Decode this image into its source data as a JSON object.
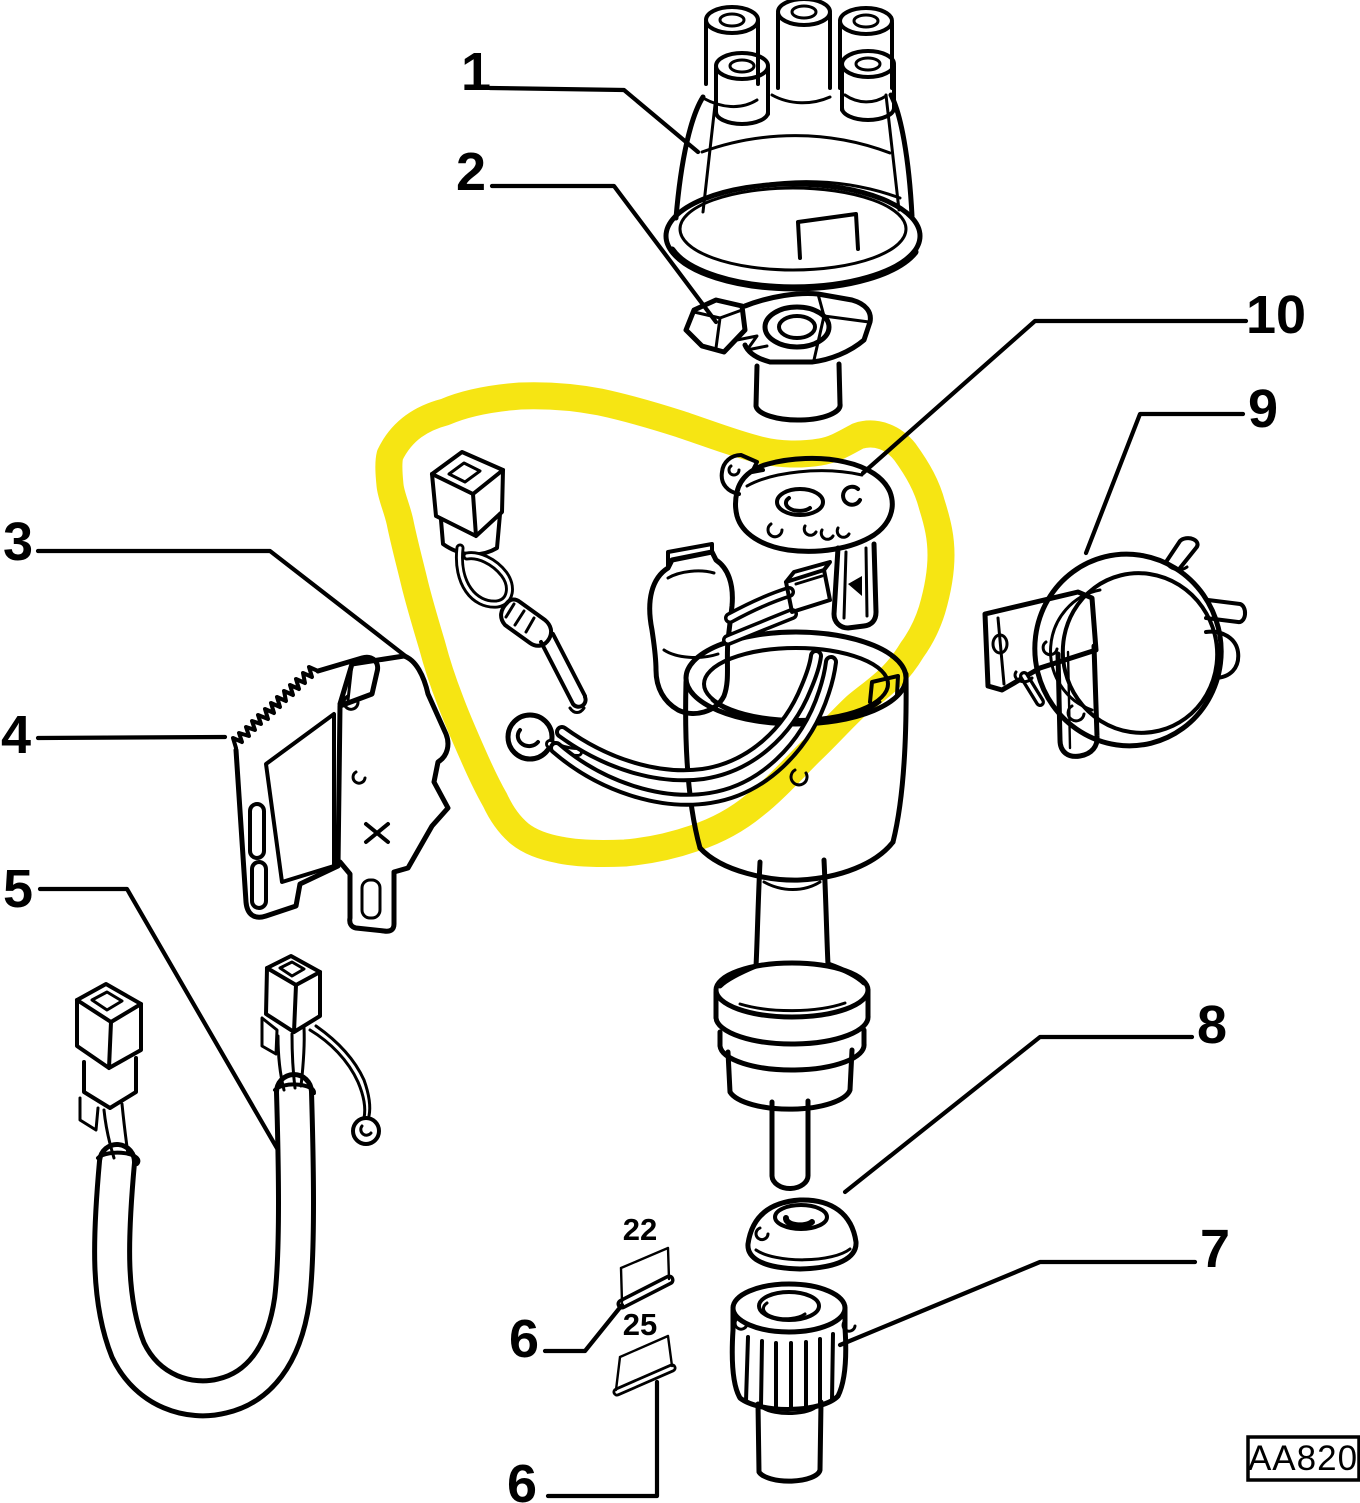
{
  "diagram": {
    "background": "#ffffff",
    "line_color": "#000000",
    "highlight_color": "#f6e409",
    "code_box": {
      "code": "AA820"
    },
    "callouts": {
      "c1": "1",
      "c2": "2",
      "c3": "3",
      "c4": "4",
      "c5": "5",
      "c6_upper": "6",
      "c6_lower": "6",
      "c7": "7",
      "c8": "8",
      "c9": "9",
      "c10": "10"
    },
    "pin_labels": {
      "p22": "22",
      "p25": "25"
    }
  }
}
